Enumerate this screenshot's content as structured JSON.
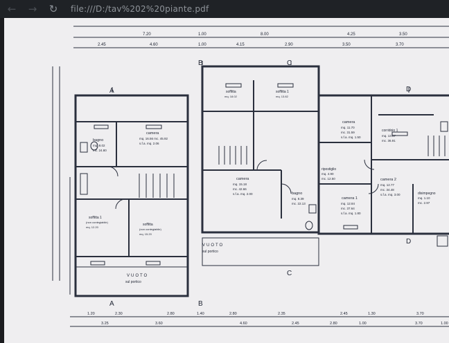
{
  "browser": {
    "back_icon": "back-arrow-icon",
    "forward_icon": "forward-arrow-icon",
    "reload_icon": "reload-icon",
    "url": "file:///D:/tav%202%20piante.pdf"
  },
  "plan": {
    "top_dims_row1": [
      "7.20",
      "1.00",
      "8.00",
      "4.25",
      "3.50"
    ],
    "top_dims_row2": [
      "2.45",
      "4.60",
      "1.00",
      "4.15",
      "2.90",
      "3.50",
      "3.70"
    ],
    "bottom_dims_row1": [
      "1.20",
      "2.30",
      "2.80",
      "1.40",
      "2.80",
      "2.35",
      "2.45",
      "1.30",
      "3.70"
    ],
    "bottom_dims_row2": [
      "3.25",
      "3.60",
      "4.60",
      "2.45",
      "2.80",
      "1.00",
      "3.70",
      "1.00"
    ],
    "section_labels": {
      "a_top": "A",
      "a_bottom": "A",
      "b_top": "B",
      "b_bottom": "B",
      "c_top": "C",
      "c_bottom": "C",
      "d_top": "D",
      "d_bottom": "D"
    },
    "rooms": [
      {
        "name": "camera",
        "lines": [
          "mq. 16.56  mc. 45.92",
          "s.f.a. mq. 2.06"
        ]
      },
      {
        "name": "bagno",
        "lines": [
          "mq. 8.02",
          "mc. 24.80"
        ]
      },
      {
        "name": "soffitta 1",
        "lines": [
          "(non contegiabile)",
          "mq. 12.20"
        ]
      },
      {
        "name": "soffitta",
        "lines": [
          "(non contegiabile)",
          "mq. 15.20"
        ]
      },
      {
        "name": "camera",
        "lines": [
          "mq. 15.18",
          "mc. 42.66",
          "s.f.a. mq. 2.00"
        ]
      },
      {
        "name": "bagno",
        "lines": [
          "mq. 8.39",
          "mc. 22.13"
        ]
      },
      {
        "name": "camera",
        "lines": [
          "mq. 11.70",
          "mc. 31.59",
          "s.f.a. mq. 1.50"
        ]
      },
      {
        "name": "ripostiglio",
        "lines": [
          "mq. 4.90",
          "mc. 12.50"
        ]
      },
      {
        "name": "camera 1",
        "lines": [
          "mq. 12.84",
          "mc. 37.64",
          "s.f.a. mq. 1.80"
        ]
      },
      {
        "name": "camera 2",
        "lines": [
          "mq. 12.77",
          "mc. 34.48",
          "s.f.a. mq. 3.00"
        ]
      },
      {
        "name": "disimpegno",
        "lines": [
          "mq. 1.10",
          "mc. 2.97"
        ]
      },
      {
        "name": "corridoio 1",
        "lines": [
          "mq. 13.67",
          "mc. 36.91"
        ]
      },
      {
        "name": "soffitta",
        "lines": [
          "mq. 18.02"
        ]
      },
      {
        "name": "soffitta 1",
        "lines": [
          "mq. 13.82"
        ]
      }
    ],
    "vuoto_labels": [
      "VUOTO",
      "sul portico",
      "VUOTO",
      "sul portico"
    ]
  }
}
